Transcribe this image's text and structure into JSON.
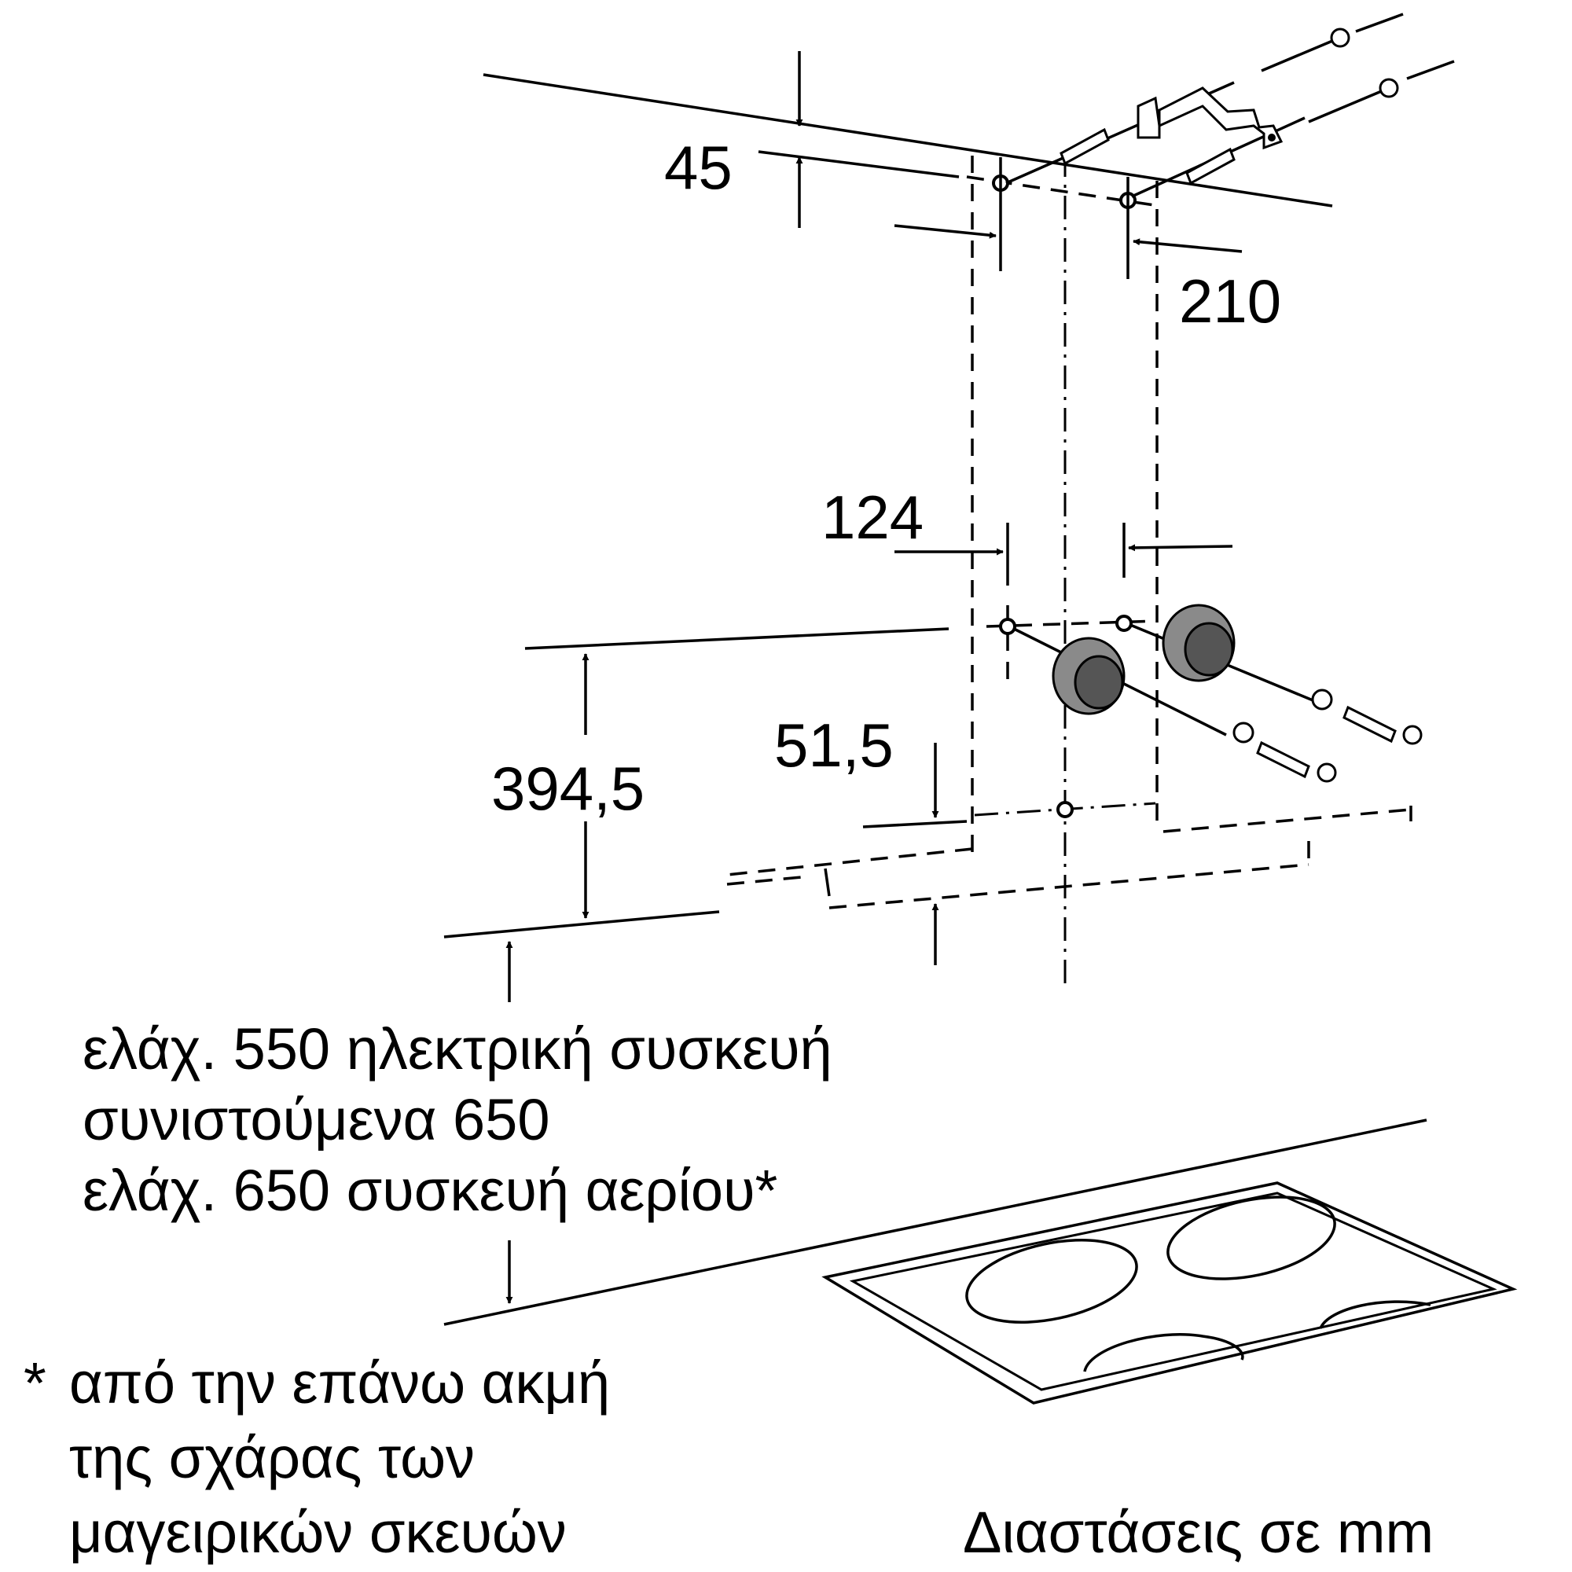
{
  "dimensions": {
    "d45": "45",
    "d210": "210",
    "d124": "124",
    "d51_5": "51,5",
    "d394_5": "394,5"
  },
  "clearance_notes": [
    "ελάχ. 550 ηλεκτρική συσκευή",
    "συνιστούμενα 650",
    "ελάχ. 650 συσκευή αερίου*"
  ],
  "footnote": {
    "asterisk": "*",
    "lines": [
      "από την επάνω ακμή",
      "της σχάρας των",
      "μαγειρικών σκευών"
    ]
  },
  "units_label": "Διαστάσεις σε mm",
  "colors": {
    "line": "#000000",
    "fill_dark": "#555555",
    "fill_mid": "#8a8a8a",
    "background": "#ffffff"
  }
}
